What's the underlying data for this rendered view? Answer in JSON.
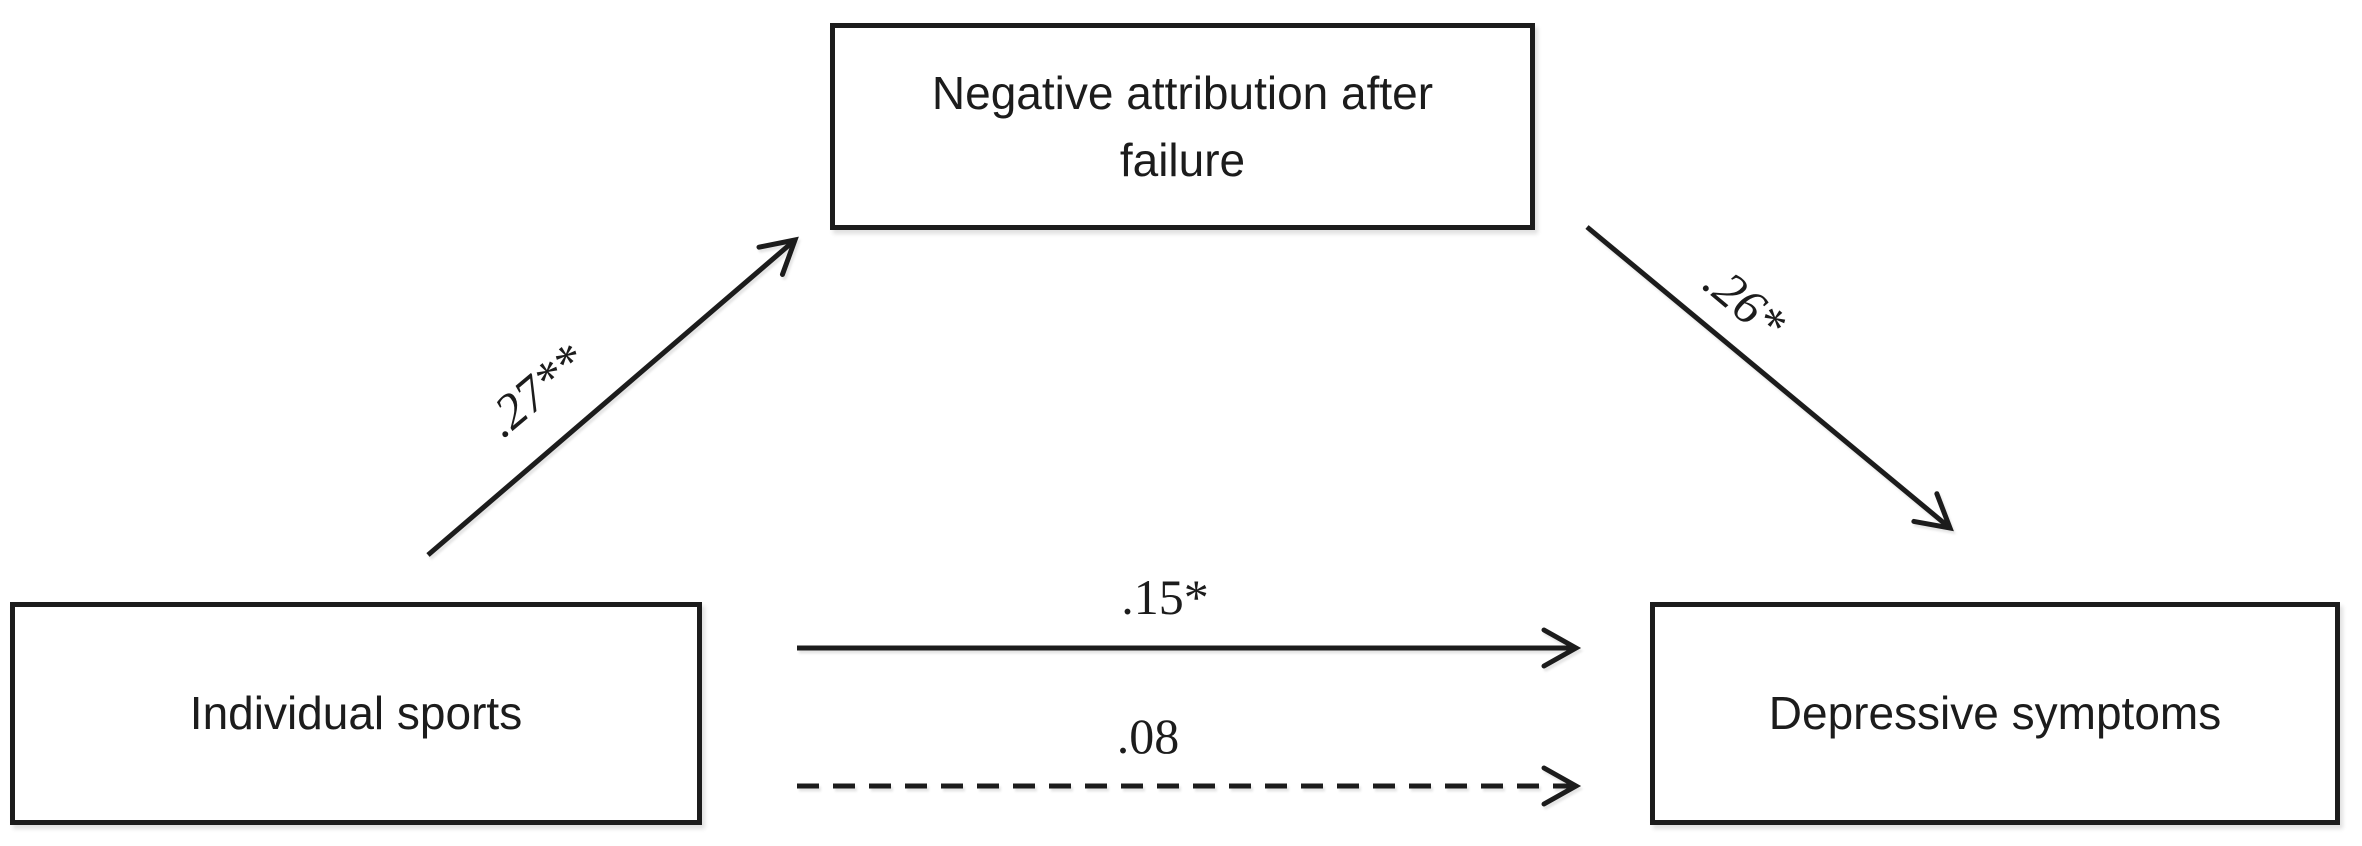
{
  "diagram": {
    "boxes": {
      "mediator": {
        "label": "Negative attribution after failure"
      },
      "predictor": {
        "label": "Individual sports"
      },
      "outcome": {
        "label": "Depressive symptoms"
      }
    },
    "paths": {
      "a": {
        "label": ".27**"
      },
      "b": {
        "label": ".26*"
      },
      "direct_solid": {
        "label": ".15*"
      },
      "direct_dashed": {
        "label": ".08"
      }
    },
    "colors": {
      "line": "#1c1c1c",
      "text": "#1c1c1c",
      "background": "#ffffff"
    }
  }
}
